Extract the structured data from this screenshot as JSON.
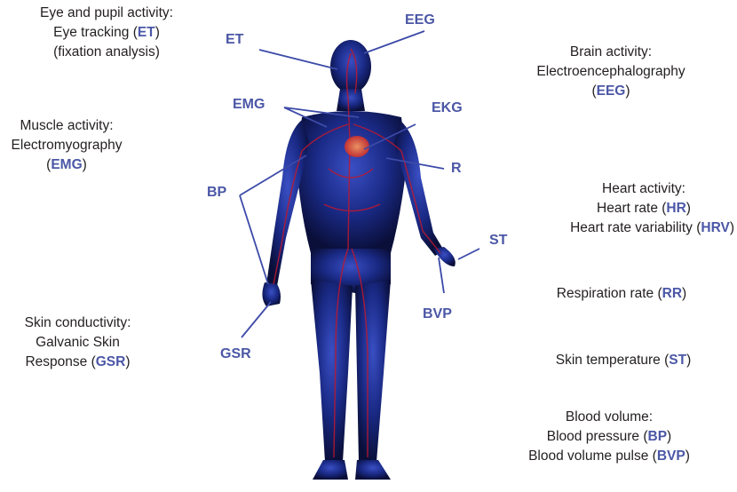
{
  "descriptions": {
    "eye": {
      "line1": "Eye and pupil activity:",
      "line2_text": "Eye tracking (",
      "line2_abbr": "ET",
      "line2_end": ")",
      "line3": "(fixation analysis)"
    },
    "brain": {
      "line1": "Brain activity:",
      "line2": "Electroencephalography",
      "abbr": "EEG"
    },
    "muscle": {
      "line1": "Muscle activity:",
      "line2": "Electromyography",
      "abbr": "EMG"
    },
    "heart": {
      "line1": "Heart activity:",
      "hr_text": "Heart rate (",
      "hr_abbr": "HR",
      "hrv_text": "Heart rate variability (",
      "hrv_abbr": "HRV"
    },
    "respiration": {
      "text": "Respiration rate (",
      "abbr": "RR"
    },
    "skin_cond": {
      "line1": "Skin conductivity:",
      "line2": "Galvanic Skin",
      "line3_text": "Response (",
      "abbr": "GSR"
    },
    "skin_temp": {
      "text": "Skin temperature (",
      "abbr": "ST"
    },
    "blood": {
      "line1": "Blood volume:",
      "bp_text": "Blood pressure (",
      "bp_abbr": "BP",
      "bvp_text": "Blood volume pulse (",
      "bvp_abbr": "BVP"
    },
    "close_paren": ")",
    "open_paren": "("
  },
  "body_tags": {
    "et": "ET",
    "eeg": "EEG",
    "emg": "EMG",
    "ekg": "EKG",
    "r": "R",
    "bp": "BP",
    "st": "ST",
    "bvp": "BVP",
    "gsr": "GSR"
  },
  "colors": {
    "accent": "#4b57a6",
    "text": "#231f20",
    "body_glow": "#1c3fb0",
    "vessels": "#c0182e"
  }
}
